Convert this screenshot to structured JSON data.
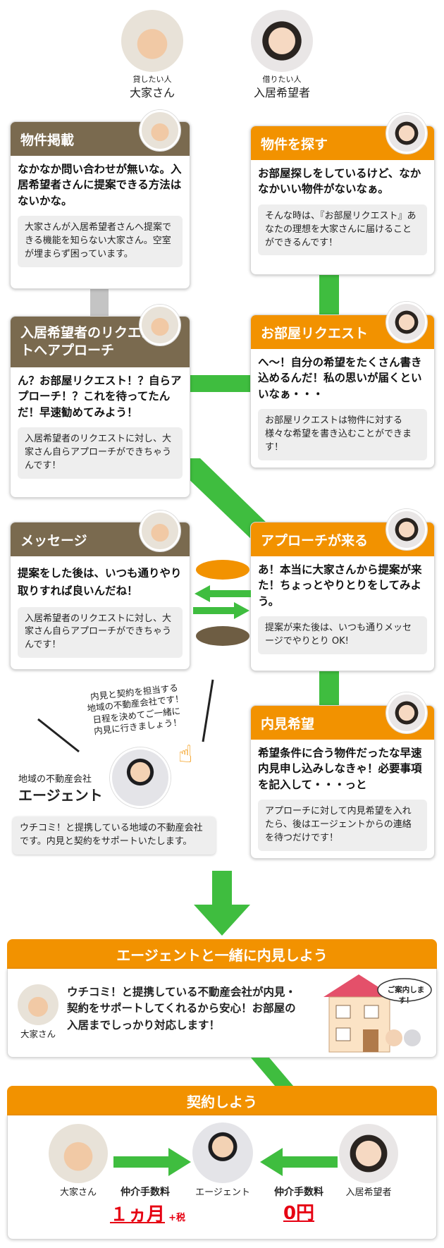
{
  "top": {
    "landlord": {
      "sub": "貸したい人",
      "name": "大家さん"
    },
    "tenant": {
      "sub": "借りたい人",
      "name": "入居希望者"
    }
  },
  "cards": {
    "listing": {
      "title": "物件掲載",
      "main": "なかなか問い合わせが無いな。入居希望者さんに提案できる方法はないかな。",
      "note": "大家さんが入居希望者さんへ提案できる機能を知らない大家さん。空室が埋まらず困っています。"
    },
    "search": {
      "title": "物件を探す",
      "main": "お部屋探しをしているけど、なかなかいい物件がないなぁ。",
      "note": "そんな時は、『お部屋リクエスト』あなたの理想を大家さんに届けることができるんです！"
    },
    "approach_to_request": {
      "title": "入居希望者のリクエストへアプローチ",
      "main": "ん？お部屋リクエスト！？自らアプローチ！？これを待ってたんだ！早速勧めてみよう！",
      "note": "入居希望者のリクエストに対し、大家さん自らアプローチができちゃうんです！"
    },
    "room_request": {
      "title": "お部屋リクエスト",
      "main": "へ〜！自分の希望をたくさん書き込めるんだ！私の思いが届くといいなぁ・・・",
      "note": "お部屋リクエストは物件に対する様々な希望を書き込むことができます！"
    },
    "message": {
      "title": "メッセージ",
      "main": "提案をした後は、いつも通りやり取りすれば良いんだね！",
      "note": "入居希望者のリクエストに対し、大家さん自らアプローチができちゃうんです！"
    },
    "approach_comes": {
      "title": "アプローチが来る",
      "main": "あ！本当に大家さんから提案が来た！ちょっとやりとりをしてみよう。",
      "note": "提案が来た後は、いつも通りメッセージでやりとり OK!"
    },
    "viewing": {
      "title": "内見希望",
      "main": "希望条件に合う物件だったな早速内見申し込みしなきゃ！必要事項を記入して・・・っと",
      "note": "アプローチに対して内見希望を入れたら、後はエージェントからの連絡を待つだけです！"
    }
  },
  "agent": {
    "speech": "内見と契約を担当する\n地域の不動産会社です！\n日程を決めてご一緒に\n内見に行きましょう！",
    "sub": "地域の不動産会社",
    "name": "エージェント",
    "note": "ウチコミ！と提携している地域の不動産会社です。内見と契約をサポートいたします。"
  },
  "viewing_section": {
    "title": "エージェントと一緒に内見しよう",
    "landlord_label": "大家さん",
    "text": "ウチコミ！と提携している不動産会社が内見・契約をサポートしてくれるから安心！お部屋の入居までしっかり対応します！",
    "bubble": "ご案内します！"
  },
  "contract_section": {
    "title": "契約しよう",
    "landlord_label": "大家さん",
    "agent_label": "エージェント",
    "tenant_label": "入居希望者",
    "fee_label_left": "仲介手数料",
    "fee_value_left": "１ヵ月",
    "fee_tax": "+税",
    "fee_label_right": "仲介手数料",
    "fee_value_right": "0円"
  },
  "colors": {
    "brown": "#7a6a4f",
    "orange": "#f29200",
    "green": "#3fbd3f",
    "red": "#e60012",
    "gray_note": "#eeeeee"
  }
}
